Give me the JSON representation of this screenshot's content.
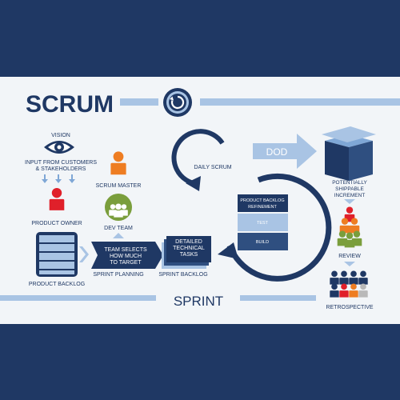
{
  "title": "SCRUM",
  "footer_label": "SPRINT",
  "left": {
    "vision": "VISION",
    "input_line1": "INPUT FROM CUSTOMERS",
    "input_line2": "& STAKEHOLDERS",
    "product_owner": "PRODUCT OWNER",
    "product_backlog": "PRODUCT BACKLOG"
  },
  "team": {
    "scrum_master": "SCRUM MASTER",
    "dev_team": "DEV TEAM",
    "selects_line1": "TEAM SELECTS",
    "selects_line2": "HOW MUCH",
    "selects_line3": "TO TARGET",
    "sprint_planning": "SPRINT PLANNING"
  },
  "sprint_backlog": {
    "line1": "DETAILED",
    "line2": "TECHNICAL",
    "line3": "TASKS",
    "label": "SPRINT BACKLOG"
  },
  "cycle": {
    "daily_scrum": "DAILY SCRUM",
    "step1_line1": "PRODUCT BACKLOG",
    "step1_line2": "REFINEMENT",
    "step2": "TEST",
    "step3": "BUILD"
  },
  "outcome": {
    "dod": "DOD",
    "inc_line1": "POTENTIALLY",
    "inc_line2": "SHIPPABLE",
    "inc_line3": "INCREMENT",
    "review": "REVIEW",
    "retrospective": "RETROSPECTIVE"
  },
  "colors": {
    "navy": "#1f3864",
    "light_blue": "#a9c4e4",
    "mid_blue": "#7fa7d6",
    "orange": "#ee7d22",
    "red": "#e0202a",
    "green": "#7a9e3c",
    "grey": "#b9b9b9",
    "text": "#1f3864"
  }
}
